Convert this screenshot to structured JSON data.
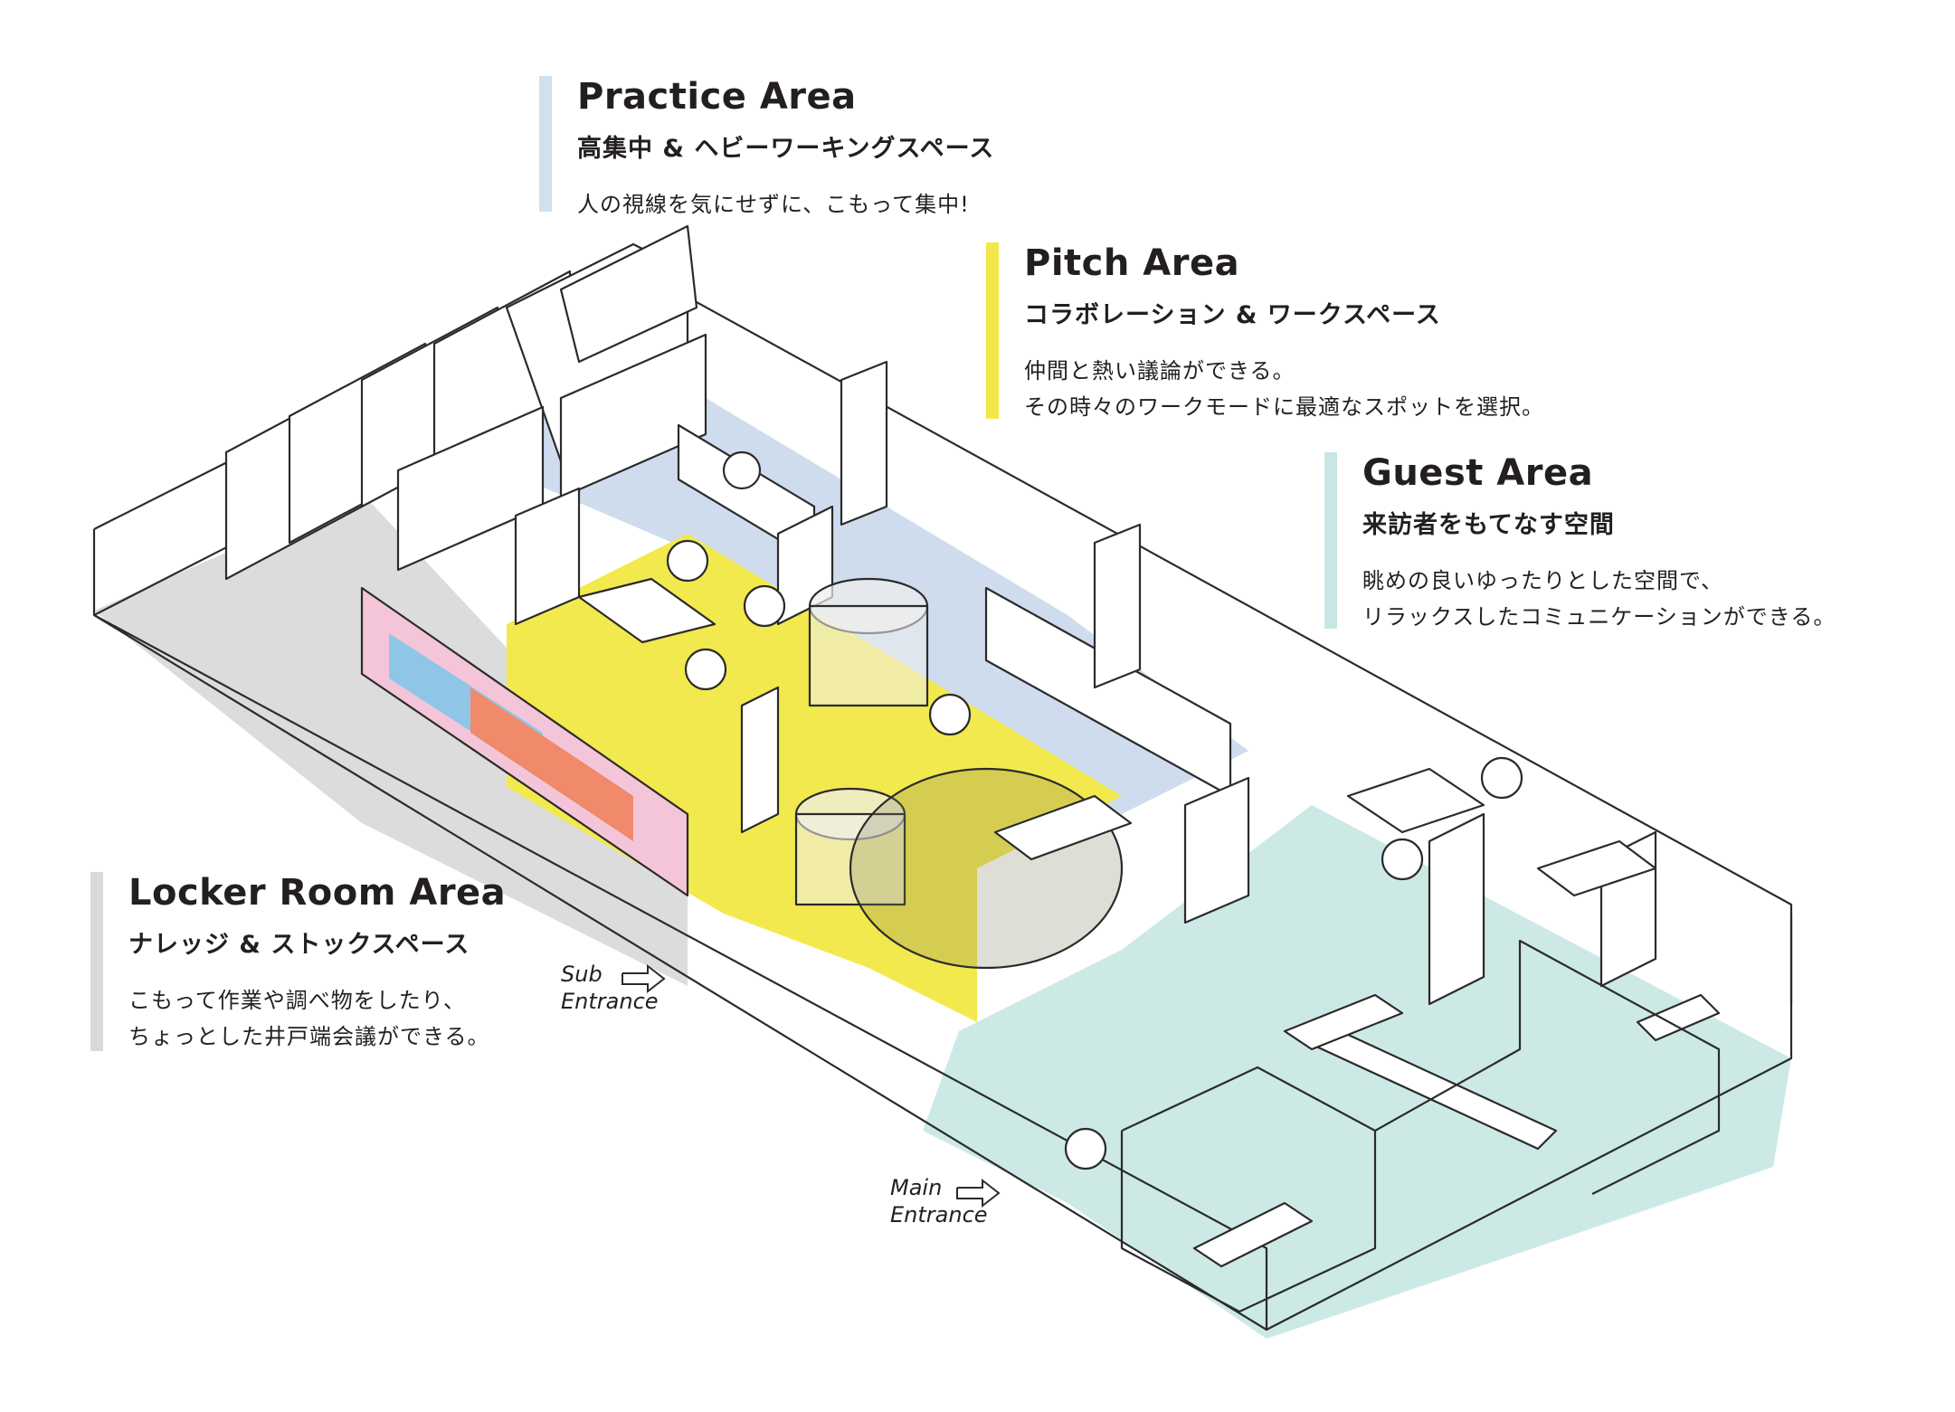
{
  "colors": {
    "practice_bar": "#cfe0ef",
    "pitch_bar": "#f3e84a",
    "guest_bar": "#c7e6e4",
    "locker_bar": "#d9d9d9",
    "yellow_floor": "#f2e94e",
    "blue_floor": "#cfdcee",
    "mint_floor": "#cde9e6",
    "grey_floor": "#dcdcdc"
  },
  "areas": {
    "practice": {
      "title": "Practice Area",
      "subtitle": "高集中 & ヘビーワーキングスペース",
      "desc": [
        "人の視線を気にせずに、こもって集中!"
      ]
    },
    "pitch": {
      "title": "Pitch Area",
      "subtitle": "コラボレーション & ワークスペース",
      "desc": [
        "仲間と熱い議論ができる。",
        "その時々のワークモードに最適なスポットを選択。"
      ]
    },
    "guest": {
      "title": "Guest Area",
      "subtitle": "来訪者をもてなす空間",
      "desc": [
        "眺めの良いゆったりとした空間で、",
        "リラックスしたコミュニケーションができる。"
      ]
    },
    "locker": {
      "title": "Locker Room Area",
      "subtitle": "ナレッジ & ストックスペース",
      "desc": [
        "こもって作業や調べ物をしたり、",
        "ちょっとした井戸端会議ができる。"
      ]
    }
  },
  "entrances": {
    "sub": [
      "Sub",
      "Entrance"
    ],
    "main": [
      "Main",
      "Entrance"
    ]
  }
}
